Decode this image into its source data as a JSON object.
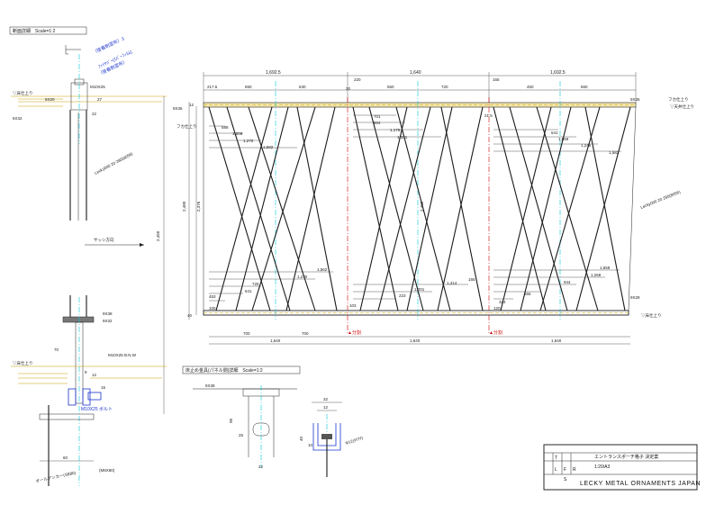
{
  "section_detail": {
    "title": "断面詳細　Scale=1:2"
  },
  "panel_detail": {
    "title": "床止め金具(パネル側)詳細　Scale=1:2"
  },
  "left_annotations": {
    "gl_left": "▽床仕上り",
    "gl_left2": "▽床仕上り",
    "bolt_top": "M10X25",
    "plate_top": "6X20",
    "plate_mid": "6X32",
    "bar_spec": "Lecky000 20 280(8056)",
    "sash": "サッシ方向",
    "dim_2450": "2,450",
    "plate_low": "9X38",
    "plate_low2": "9X32",
    "bolt_low": "M10X25 B.N.W",
    "screw": "M10X25 ボルト",
    "anchor": "オールアンカー(SB80)",
    "anchor2": "(M8X80)",
    "dim_60": "60",
    "dim_15": "15",
    "dim_12": "12",
    "dim_27": "27",
    "dim_22": "22",
    "dim_70": "70",
    "dim_9": "9",
    "note1": "（接着剤塗布）3",
    "note2": "（接着剤塗布）",
    "note3": "ﾌｧｲﾔﾊﾞｰ(ｴﾊﾞｰﾌｨﾙﾑ)"
  },
  "elevation": {
    "top_dims": [
      "1,692.5",
      "1,640",
      "1,692.5"
    ],
    "sub_dims_top": [
      "217.5",
      "650",
      "630",
      "220",
      "560",
      "720",
      "165",
      "450",
      "660"
    ],
    "left_dims": [
      "588",
      "1,009",
      "1,270",
      "1,582"
    ],
    "mid_dims": [
      "701",
      "804",
      "1,175",
      "1,331"
    ],
    "right_dims": [
      "641",
      "1,059",
      "1,246",
      "1,582"
    ],
    "low_left_dims": [
      "1,562",
      "1,270",
      "725",
      "641",
      "453",
      "100"
    ],
    "low_mid_dims": [
      "1,414",
      "1,001",
      "223",
      "103",
      "165"
    ],
    "low_right_dims": [
      "1,558",
      "1,268",
      "944",
      "566",
      "324",
      "120"
    ],
    "height_dims": [
      "2,480",
      "2,376",
      "2,402"
    ],
    "bottom_dims": [
      "700",
      "700",
      "1,640",
      "1,640",
      "1,640"
    ],
    "split_labels": [
      "▲分割",
      "▲分割"
    ],
    "gl_right": "▽床仕上り",
    "ceiling_label": "▽天井仕上り",
    "ceiling_left": "フカ仕上り",
    "ceiling_right": "フカ仕上り",
    "plate_tl": "9X35",
    "plate_tr": "9X35",
    "plate_br": "9X28",
    "bar_spec_right": "Lecky000 20 280(8056)",
    "side_12": "12",
    "side_21": "21.5",
    "side_20": "20",
    "side_40": "40"
  },
  "bracket_detail": {
    "plate": "9X38",
    "d98": "98",
    "d25": "25",
    "d22": "22",
    "d32": "32",
    "d12": "12",
    "d40": "40",
    "d10": "10",
    "hole": "Φ12(ｷﾘｱﾅ)"
  },
  "title_block": {
    "project": "エントランスポーチ格子 決定案",
    "scale": "1:20/A3",
    "company": "LECKY METAL ORNAMENTS JAPAN",
    "letters": [
      "T",
      "L",
      "F",
      "R",
      "S"
    ]
  }
}
